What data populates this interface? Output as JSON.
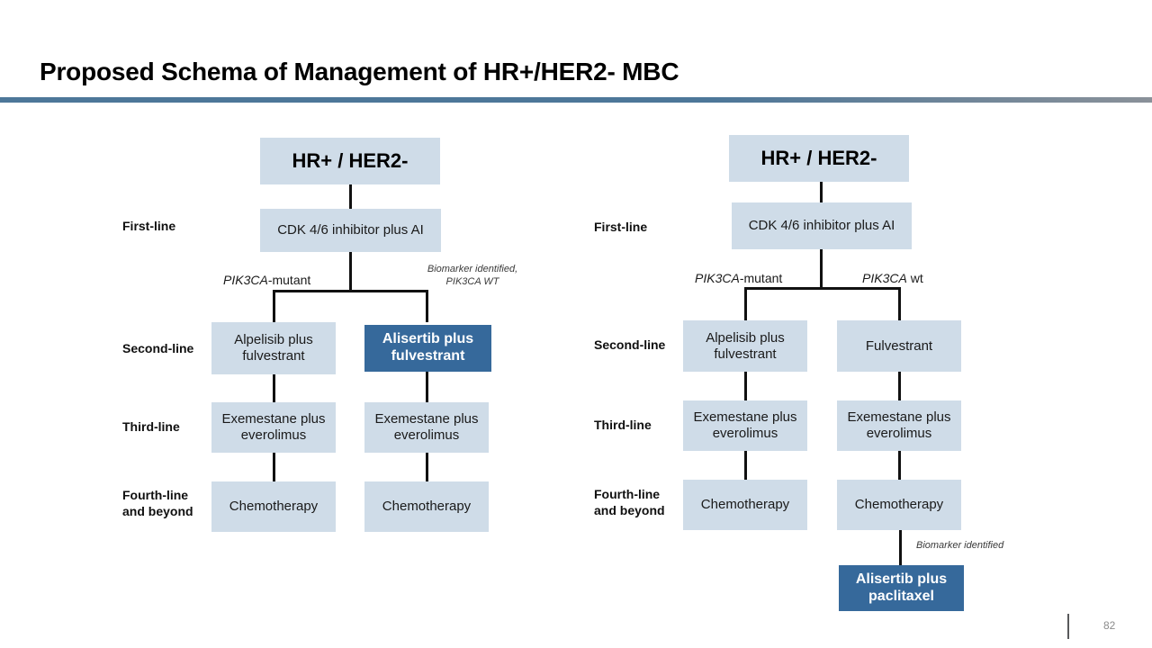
{
  "slide": {
    "title": "Proposed Schema of Management of HR+/HER2- MBC",
    "page_number": "82",
    "accent_color": "#4d7799",
    "accent_color_end": "#8a9199",
    "node_light_color": "#cfdce8",
    "node_dark_color": "#36699b"
  },
  "stage_labels": {
    "first_line": "First-line",
    "second_line": "Second-line",
    "third_line": "Third-line",
    "fourth_line": "Fourth-line\nand beyond"
  },
  "diagram_left": {
    "header": "HR+ / HER2-",
    "first_line_node": "CDK 4/6 inhibitor plus AI",
    "branch_left_gene": "PIK3CA",
    "branch_left_rest": "-mutant",
    "branch_right_note": "Biomarker identified,\nPIK3CA WT",
    "second_line_left": "Alpelisib plus\nfulvestrant",
    "second_line_right": "Alisertib  plus\nfulvestrant",
    "third_line_left": "Exemestane plus\neverolimus",
    "third_line_right": "Exemestane plus\neverolimus",
    "fourth_line_left": "Chemotherapy",
    "fourth_line_right": "Chemotherapy"
  },
  "diagram_right": {
    "header": "HR+ / HER2-",
    "first_line_node": "CDK 4/6 inhibitor plus AI",
    "branch_left_gene": "PIK3CA",
    "branch_left_rest": "-mutant",
    "branch_right_gene": "PIK3CA",
    "branch_right_rest": " wt",
    "second_line_left": "Alpelisib plus\nfulvestrant",
    "second_line_right": "Fulvestrant",
    "third_line_left": "Exemestane plus\neverolimus",
    "third_line_right": "Exemestane plus\neverolimus",
    "fourth_line_left": "Chemotherapy",
    "fourth_line_right": "Chemotherapy",
    "fifth_note": "Biomarker identified",
    "fifth_node": "Alisertib  plus\npaclitaxel"
  }
}
